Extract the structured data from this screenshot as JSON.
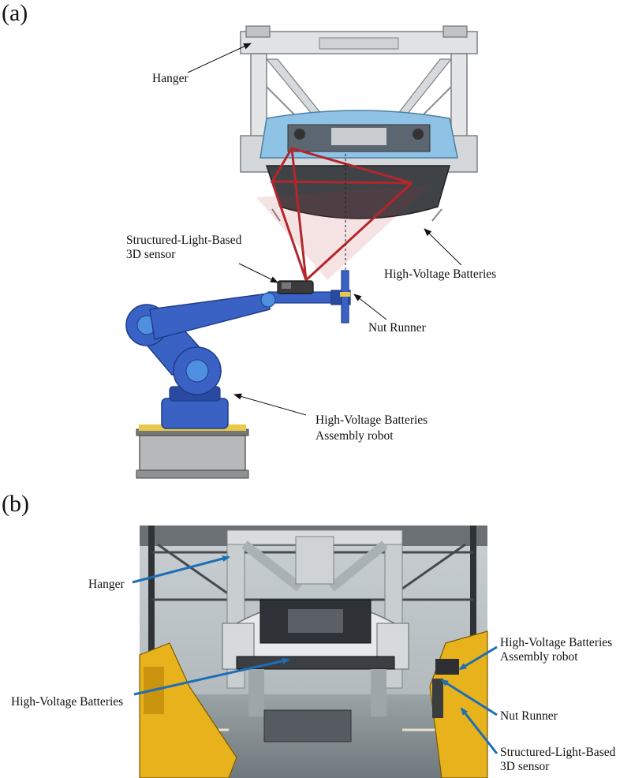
{
  "panel_a": {
    "panel_label": "(a)",
    "labels": {
      "hanger": "Hanger",
      "sensor_line1": "Structured-Light-Based",
      "sensor_line2": "3D sensor",
      "batteries": "High-Voltage Batteries",
      "nut_runner": "Nut Runner",
      "robot_line1": "High-Voltage Batteries",
      "robot_line2": "Assembly robot"
    }
  },
  "panel_b": {
    "panel_label": "(b)",
    "labels": {
      "hanger": "Hanger",
      "batteries": "High-Voltage Batteries",
      "robot_line1": "High-Voltage Batteries",
      "robot_line2": "Assembly robot",
      "nut_runner": "Nut Runner",
      "sensor_line1": "Structured-Light-Based",
      "sensor_line2": "3D sensor"
    }
  },
  "colors": {
    "robot_blue": "#3a62c4",
    "robot_dark": "#2a4aa0",
    "sight_red": "#b3262b",
    "leader_blue": "#1d6fb5",
    "factory_yellow": "#e7b21c"
  }
}
